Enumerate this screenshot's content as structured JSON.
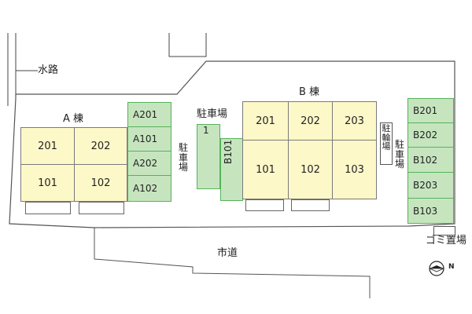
{
  "labels": {
    "waterway": "水路",
    "city_road": "市道",
    "building_a": "A 棟",
    "building_b": "B 棟",
    "parking_top": "駐車場",
    "parking_top_num": "1",
    "parking_vertical": "駐車場",
    "bike_parking": "駐輪場",
    "parking_right": "駐車場",
    "garbage": "ゴミ置場",
    "compass_letter": "N"
  },
  "building_a_units": [
    "201",
    "202",
    "101",
    "102"
  ],
  "building_b_units": [
    "201",
    "202",
    "203",
    "101",
    "102",
    "103"
  ],
  "parking_a": [
    "A201",
    "A101",
    "A202",
    "A102"
  ],
  "parking_b_right": [
    "B201",
    "B202",
    "B102",
    "B203",
    "B103"
  ],
  "parking_b_middle": "B101",
  "colors": {
    "unit_fill": "#fdf8c8",
    "parking_fill": "#c6e5bf",
    "parking_border": "#55b25a",
    "site_outline": "#555555"
  }
}
